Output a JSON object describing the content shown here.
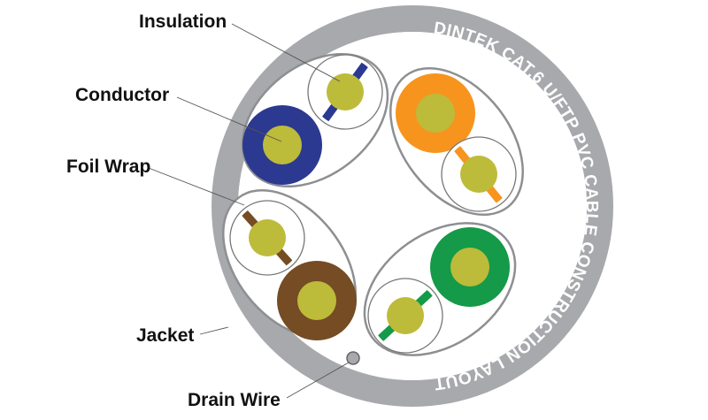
{
  "labels": {
    "insulation": "Insulation",
    "conductor": "Conductor",
    "foil_wrap": "Foil Wrap",
    "jacket": "Jacket",
    "drain_wire": "Drain Wire"
  },
  "jacket_print": "DINTEK CAT.6 U/FTP PVC CABLE CONSTRUCTION LAYOUT",
  "colors": {
    "jacket": "#a7a9ac",
    "foil": "#8d8f92",
    "conductor": "#bdbb3a",
    "blue": "#2b3990",
    "orange": "#f7941d",
    "green": "#149a48",
    "brown": "#754c24",
    "drain": "#a7a9ac"
  },
  "pairs": [
    {
      "name": "blue",
      "solid_color": "#2b3990",
      "stripe_color": "#2b3990"
    },
    {
      "name": "orange",
      "solid_color": "#f7941d",
      "stripe_color": "#f7941d"
    },
    {
      "name": "green",
      "solid_color": "#149a48",
      "stripe_color": "#149a48"
    },
    {
      "name": "brown",
      "solid_color": "#754c24",
      "stripe_color": "#754c24"
    }
  ]
}
